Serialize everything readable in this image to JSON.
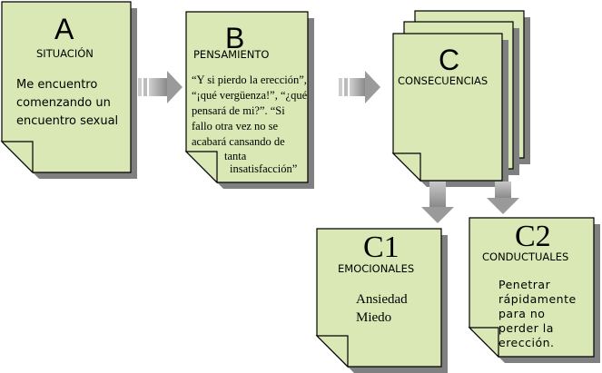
{
  "colors": {
    "page": "#d9e8b4",
    "shadow": "#808080",
    "arrow": "#9a9a9a"
  },
  "a": {
    "letter": "A",
    "title": "SITUACIÓN",
    "text": "Me encuentro comenzando un encuentro sexual"
  },
  "b": {
    "letter": "B",
    "title": "PENSAMIENTO",
    "lines": [
      "“Y si pierdo la erección”,",
      "“¡qué vergüenza!”, “¿qué",
      "pensará de mi?”. “Si",
      "fallo otra vez no se",
      "acabará cansando de",
      "tanta",
      "insatisfacción”"
    ]
  },
  "c": {
    "letter": "C",
    "title": "CONSECUENCIAS"
  },
  "c1": {
    "letter": "C1",
    "title": "EMOCIONALES",
    "lines": [
      "Ansiedad",
      "Miedo"
    ]
  },
  "c2": {
    "letter": "C2",
    "title": "CONDUCTUALES",
    "lines": [
      "Penetrar",
      "rápidamente",
      "para no",
      "perder la",
      "erección."
    ]
  }
}
